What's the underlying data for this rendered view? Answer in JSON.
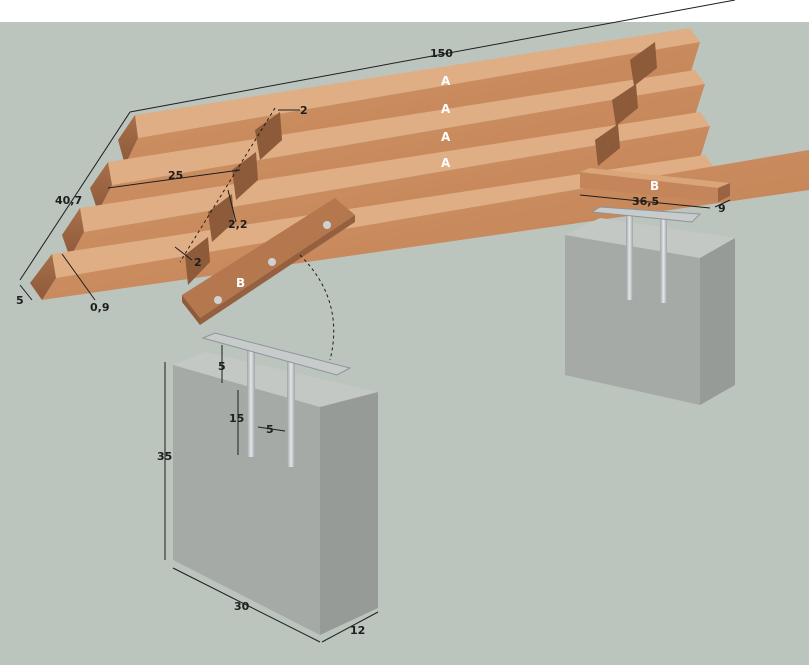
{
  "planks": {
    "labels": [
      "A",
      "A",
      "A",
      "A"
    ],
    "dimensions": {
      "length": "150",
      "width_total": "40,7",
      "notch_position": "25",
      "notch_top": "2",
      "notch_depth": "2,2",
      "notch_bottom": "2",
      "thickness": "5",
      "gap": "0,9"
    }
  },
  "connector_board": {
    "label": "B"
  },
  "foundation_left": {
    "dimensions": {
      "plate_offset": "5",
      "rod_length": "15",
      "rod_spacing": "5",
      "height": "35",
      "width": "30",
      "depth": "12"
    }
  },
  "foundation_right": {
    "board_label": "B",
    "dimensions": {
      "board_length": "36,5",
      "board_width": "9"
    }
  },
  "colors": {
    "background": "#bcc4be",
    "wood": "#c9885a",
    "concrete": "#a9adaa",
    "steel": "#c7cbcc"
  }
}
